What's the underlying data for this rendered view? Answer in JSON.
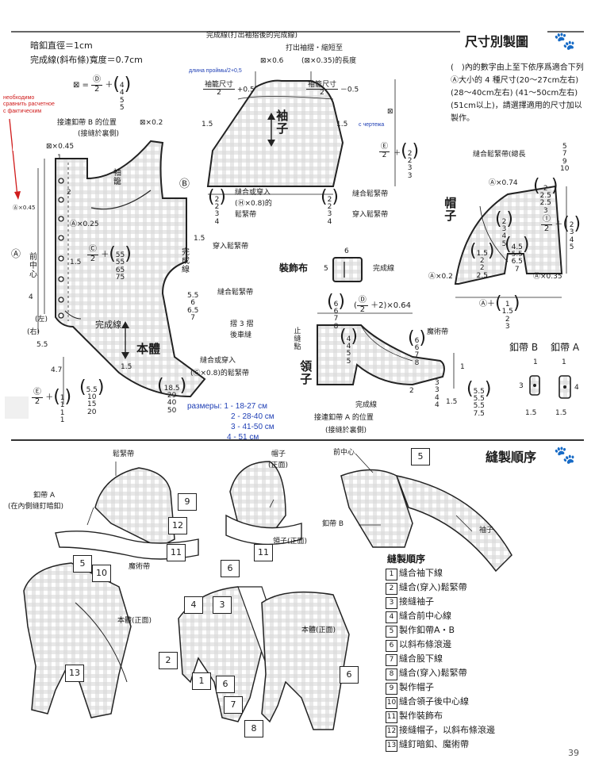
{
  "header": {
    "title": "尺寸別製圖",
    "paw_icon": "paw-icon",
    "sizes_note": "(　)內的數字由上至下依序爲適合下列Ⓐ大小的 4 種尺寸(20～27cm左右) (28～40cm左右) (41～50cm左右) (51cm以上)，請選擇適用的尺寸加以製作。"
  },
  "notes": {
    "button_dia": "暗釦直徑＝1cm",
    "binding_width": "完成線(斜布條)寬度＝0.7cm"
  },
  "russian": {
    "armhole": "длина проймы/2+0,5",
    "compare": "необходимо сравнить расчетное с фактическим",
    "from_drawing": "с чертежа",
    "sizes_title": "размеры:",
    "sizes": [
      "1 - 18-27 см",
      "2 - 28-40 см",
      "3 -  41-50 см",
      "4 -  51 см"
    ]
  },
  "sleeve": {
    "title": "袖子",
    "finish_line_top": "完成線(打出袖摺後的完成線)",
    "pleat_note_1": "打出袖摺・縮短至",
    "pleat_note_2": "(⊠×0.35)的長度",
    "x06": "⊠×0.6",
    "sleeve_size_left": "袖籠尺寸",
    "sleeve_size_right": "袖籠尺寸",
    "over2": "2",
    "plus05": "+0.5",
    "minus05": "－0.5",
    "m15a": "1.5",
    "m15b": "1.5",
    "x_mark": "⊠",
    "efrac_e": "Ⓔ",
    "efrac_vals": [
      "2",
      "2",
      "3",
      "3"
    ],
    "left_vals": [
      "2",
      "2",
      "3",
      "4"
    ],
    "right_vals": [
      "2",
      "2",
      "3",
      "4"
    ],
    "sew_elastic": "縫合或穿入",
    "sew_elastic_2": "(Ⓗ×0.8)的",
    "sew_elastic_3": "鬆緊帶",
    "sew_band": "縫合鬆緊帶",
    "thread_band": "穿入鬆緊帶"
  },
  "body": {
    "title": "本體",
    "sleeve_label": "袖籠",
    "front_pos_b": "接連釦帶 B 的位置",
    "front_pos_b_2": "(接縫於裏側)",
    "x_over2": "⊠ = ",
    "d_over2": "Ⓓ",
    "d_vals": [
      "4",
      "4",
      "5",
      "5"
    ],
    "xx02": "⊠×0.2",
    "xx045": "⊠×0.45",
    "a025": "Ⓐ×0.25",
    "c_over2": "Ⓒ",
    "c_vals": [
      "55",
      "55",
      "65",
      "75"
    ],
    "finish_line": "完成線",
    "finish_line_2": "完成線",
    "a_label": "Ⓐ",
    "front_label": "前中心",
    "left_label": "(左)",
    "right_label": "(右)",
    "m55": "5.5",
    "m47": "4.7",
    "m4": "4",
    "m1": "1",
    "m2": "2",
    "m15a": "1.5",
    "m15b": "1.5",
    "m15c": "1.5",
    "b_circle": "Ⓑ",
    "e_label": "Ⓔ",
    "e_vals": [
      "1",
      "1",
      "1",
      "1"
    ],
    "leg_vals_a": [
      "5.5",
      "10",
      "15",
      "20"
    ],
    "leg_vals_b": [
      "18.5",
      "29",
      "40",
      "50"
    ],
    "hip_vals": [
      "5.5",
      "6",
      "6.5",
      "7"
    ],
    "thread_band": "穿入鬆緊帶",
    "sew_band": "縫合鬆緊帶",
    "fold3": "摺 3 摺",
    "fold3_2": "後車縫",
    "sew_elastic": "縫合或穿入",
    "sew_elastic_2": "(Ⓖ×0.8)的鬆緊帶",
    "axx045": "Ⓐ×0.45"
  },
  "hat": {
    "title": "帽子",
    "sew_band": "縫合鬆緊帶(總長",
    "sew_band_vals": [
      "5",
      "7",
      "9",
      "10"
    ],
    "ax074": "Ⓐ×0.74",
    "ax02": "Ⓐ×0.2",
    "ax035": "Ⓐ×0.35",
    "top_vals": [
      "2",
      "2.5",
      "2.5",
      "3"
    ],
    "left_vals": [
      "1.5",
      "2",
      "2",
      "2.5"
    ],
    "mid_vals": [
      "4.5",
      "5.5",
      "6.5",
      "7"
    ],
    "i_over2": "Ⓘ",
    "i_vals": [
      "2",
      "3",
      "4",
      "5"
    ],
    "a_plus": "Ⓐ＋",
    "a_plus_vals": [
      "1",
      "1.5",
      "2",
      "3"
    ],
    "mid2_vals": [
      "2",
      "3",
      "4",
      "5"
    ]
  },
  "deco": {
    "title": "裝飾布",
    "m6": "6",
    "m5": "5",
    "finish_line": "完成線"
  },
  "collar": {
    "title": "領子",
    "stop_mark": "止縫點",
    "d_over2": "Ⓓ",
    "d_expr": "＋2)×0.64",
    "velcro": "魔術帶",
    "finish_line": "完成線",
    "tab_pos": "接連釦帶 A 的位置",
    "tab_pos_2": "(接縫於裏側)",
    "left_vals": [
      "6",
      "6",
      "7",
      "8"
    ],
    "right_vals": [
      "5.5",
      "5.5",
      "5.5",
      "7.5"
    ],
    "mid_vals": [
      "4",
      "4",
      "5",
      "5"
    ],
    "right2_vals": [
      "6",
      "6",
      "7",
      "8"
    ],
    "r_vals": [
      "3",
      "3",
      "4",
      "4"
    ],
    "m1": "1",
    "m15": "1.5",
    "m2": "2"
  },
  "tabs": {
    "tab_b": "釦帶 B",
    "tab_a": "釦帶 A",
    "m1a": "1",
    "m1b": "1",
    "m3": "3",
    "m15a": "1.5",
    "m15b": "1.5",
    "m4": "4"
  },
  "sewing": {
    "title": "縫製順序",
    "elastic": "鬆緊帶",
    "tab_a": "釦帶 A",
    "tab_a_2": "(在內側縫釘暗釦)",
    "velcro": "魔術帶",
    "hat_front": "帽子",
    "hat_front_2": "(正面)",
    "collar_front": "領子(正面)",
    "front_center": "前中心",
    "tab_b": "釦帶 B",
    "sleeve": "袖子",
    "body_front": "本體(正面)",
    "body_front_2": "本體(正面)",
    "steps_title": "縫製順序",
    "steps": [
      {
        "n": "1",
        "text": "縫合袖下線"
      },
      {
        "n": "2",
        "text": "縫合(穿入)鬆緊帶"
      },
      {
        "n": "3",
        "text": "接縫袖子"
      },
      {
        "n": "4",
        "text": "縫合前中心線"
      },
      {
        "n": "5",
        "text": "製作釦帶A・B"
      },
      {
        "n": "6",
        "text": "以斜布條滾邊"
      },
      {
        "n": "7",
        "text": "縫合股下線"
      },
      {
        "n": "8",
        "text": "縫合(穿入)鬆緊帶"
      },
      {
        "n": "9",
        "text": "製作帽子"
      },
      {
        "n": "10",
        "text": "縫合領子後中心線"
      },
      {
        "n": "11",
        "text": "製作裝飾布"
      },
      {
        "n": "12",
        "text": "接縫帽子，以斜布條滾邊"
      },
      {
        "n": "13",
        "text": "縫釘暗釦、魔術帶"
      }
    ],
    "nums": [
      "1",
      "2",
      "3",
      "4",
      "5",
      "6",
      "7",
      "8",
      "9",
      "10",
      "11",
      "12",
      "13"
    ]
  },
  "page_number": "39"
}
